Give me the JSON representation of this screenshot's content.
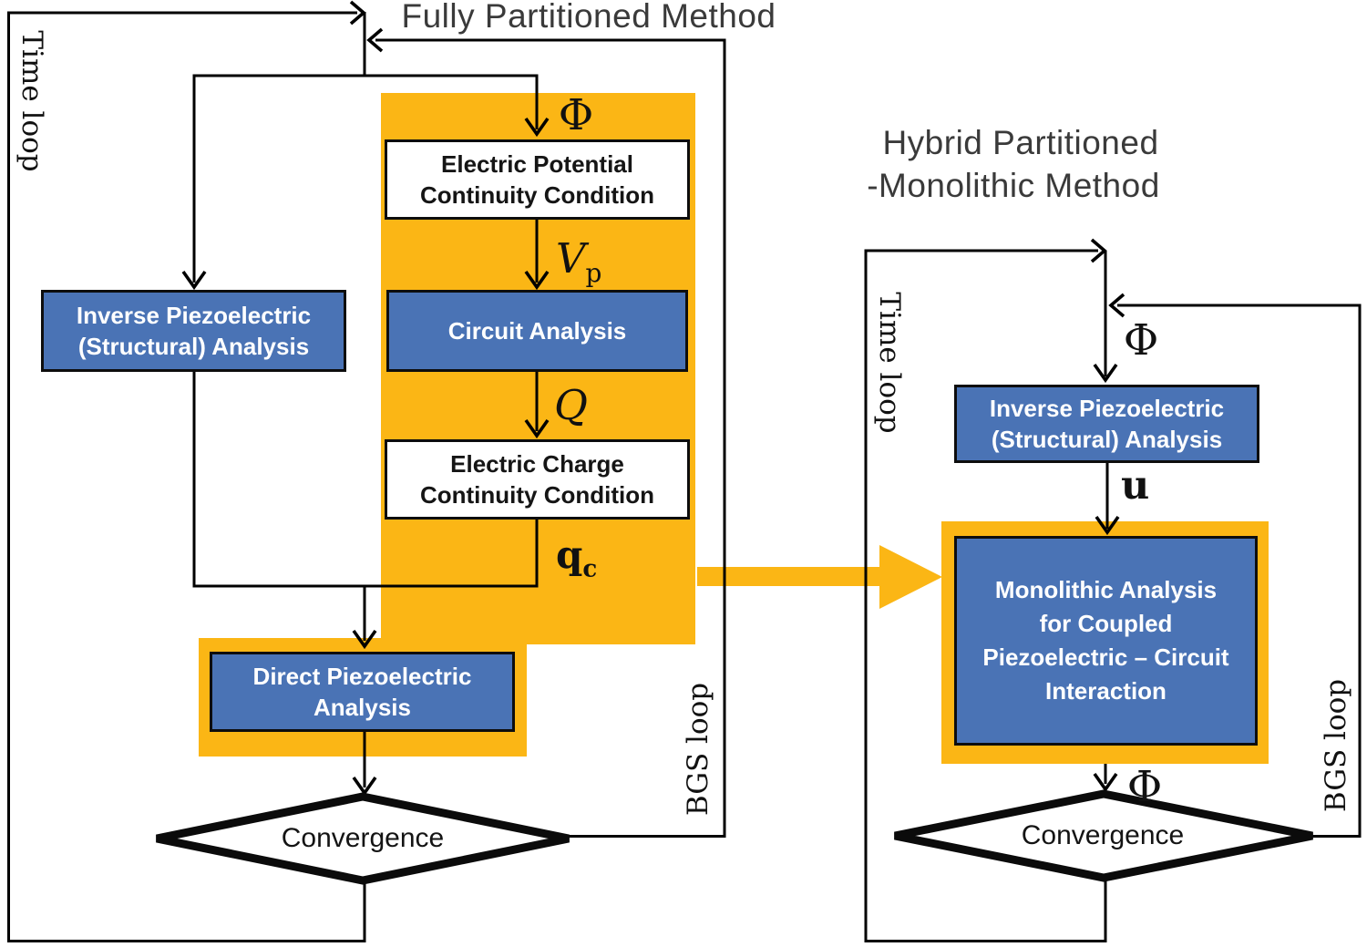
{
  "left_diagram": {
    "title": "Fully Partitioned Method",
    "time_loop_label": "Time loop",
    "bgs_loop_label": "BGS loop",
    "electric_potential_box": [
      "Electric Potential",
      "Continuity Condition"
    ],
    "circuit_box": "Circuit Analysis",
    "electric_charge_box": [
      "Electric Charge",
      "Continuity Condition"
    ],
    "inverse_box": [
      "Inverse Piezoelectric",
      "(Structural) Analysis"
    ],
    "direct_box": [
      "Direct Piezoelectric",
      "Analysis"
    ],
    "convergence_label": "Convergence",
    "symbols": {
      "phi": "Φ",
      "v": "V",
      "v_sub": "p",
      "q": "Q",
      "qc": "q",
      "qc_sub": "c"
    }
  },
  "right_diagram": {
    "title_line1": "Hybrid Partitioned",
    "title_line2": "-Monolithic Method",
    "time_loop_label": "Time loop",
    "bgs_loop_label": "BGS loop",
    "inverse_box": [
      "Inverse Piezoelectric",
      "(Structural) Analysis"
    ],
    "monolithic_box": [
      "Monolithic Analysis",
      "for Coupled",
      "Piezoelectric – Circuit",
      "Interaction"
    ],
    "convergence_label": "Convergence",
    "symbols": {
      "phi_top": "Φ",
      "u": "u",
      "phi_bottom": "Φ"
    }
  },
  "colors": {
    "highlight_yellow": "#fbb615",
    "box_blue": "#4a73b5",
    "line_black": "#000000",
    "title_gray": "#3a3a3a"
  }
}
